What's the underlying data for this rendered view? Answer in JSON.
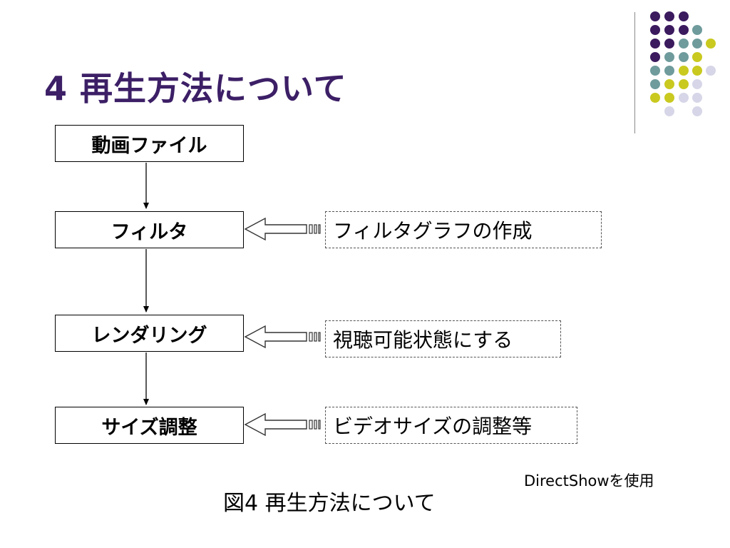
{
  "slide": {
    "title": "4 再生方法について",
    "caption": "図4 再生方法について",
    "side_note": "DirectShowを使用"
  },
  "flow": {
    "steps": [
      "動画ファイル",
      "フィルタ",
      "レンダリング",
      "サイズ調整"
    ],
    "notes": [
      "フィルタグラフの作成",
      "視聴可能状態にする",
      "ビデオサイズの調整等"
    ]
  },
  "decoration": {
    "colors": {
      "purple": "#3b1a5e",
      "teal": "#6f9b9c",
      "lime": "#c9c920",
      "lavender": "#d6d6e8",
      "title": "#3c1f66"
    }
  }
}
